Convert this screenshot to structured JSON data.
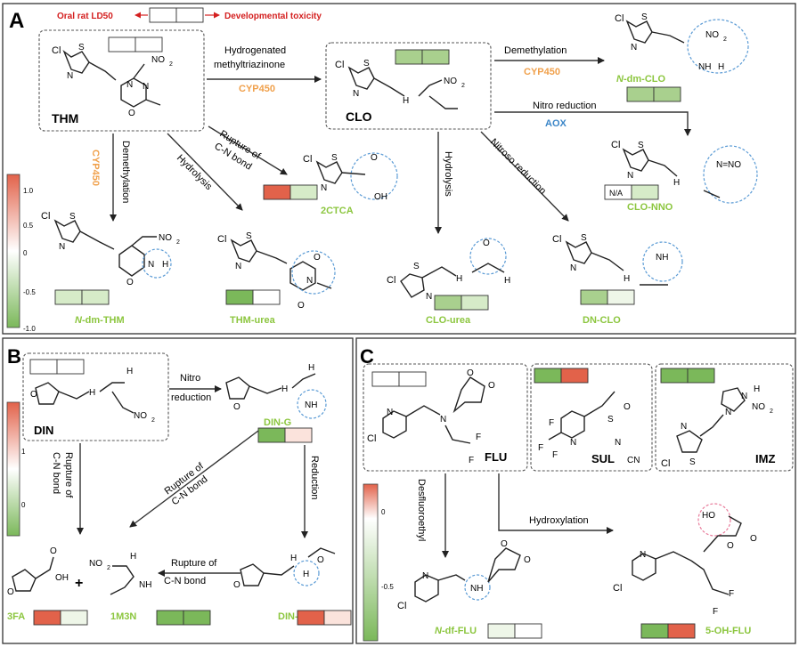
{
  "header": {
    "left_label": "Oral rat LD50",
    "right_label": "Developmental toxicity"
  },
  "panels": {
    "A": {
      "letter": "A",
      "colorbar_ticks": [
        "1.0",
        "0.5",
        "0",
        "-0.5",
        "-1.0"
      ],
      "compounds": {
        "THM": "THM",
        "CLO": "CLO",
        "N_dm_CLO_prefix": "N",
        "N_dm_CLO": "-dm-CLO",
        "CLO_NNO": "CLO-NNO",
        "TCTCA": "2CTCA",
        "N_dm_THM_prefix": "N",
        "N_dm_THM": "-dm-THM",
        "THM_urea": "THM-urea",
        "CLO_urea": "CLO-urea",
        "DN_CLO": "DN-CLO"
      },
      "reactions": {
        "hydrogenated_1": "Hydrogenated",
        "hydrogenated_2": "methyltriazinone",
        "cyp450": "CYP450",
        "demethylation": "Demethylation",
        "nitro_reduction": "Nitro reduction",
        "aox": "AOX",
        "rupture_1": "Rupture of",
        "rupture_2": "C-N bond",
        "hydrolysis": "Hydrolysis",
        "nitroso_reduction": "Nitroso reduction",
        "na": "N/A"
      }
    },
    "B": {
      "letter": "B",
      "colorbar_ticks": [
        "1",
        "0"
      ],
      "compounds": {
        "DIN": "DIN",
        "DIN_G": "DIN-G",
        "DIN_U": "DIN-U",
        "FA3": "3FA",
        "M3N": "1M3N",
        "plus": "+"
      },
      "reactions": {
        "nitro_1": "Nitro",
        "nitro_2": "reduction",
        "reduction": "Reduction",
        "rupture_1": "Rupture of",
        "rupture_2": "C-N bond"
      }
    },
    "C": {
      "letter": "C",
      "colorbar_ticks": [
        "0",
        "-0.5"
      ],
      "compounds": {
        "FLU": "FLU",
        "SUL": "SUL",
        "IMZ": "IMZ",
        "N_df_FLU_prefix": "N",
        "N_df_FLU": "-df-FLU",
        "OH_FLU": "5-OH-FLU"
      },
      "reactions": {
        "desfluoroethyl": "Desfluoroethyl",
        "hydroxylation": "Hydroxylation"
      }
    }
  },
  "atoms": {
    "Cl": "Cl",
    "S": "S",
    "N": "N",
    "NO2": "NO",
    "sub2": "2",
    "H": "H",
    "NH": "NH",
    "O": "O",
    "OH": "OH",
    "HO": "HO",
    "F": "F",
    "CN": "CN",
    "NNO": "N=NO"
  },
  "colors": {
    "red": "#e2624a",
    "light_red": "#f3c4b6",
    "pale_red": "#fbe3dc",
    "green": "#7bb85a",
    "mid_green": "#a9d08e",
    "light_green": "#d6ebc8",
    "pale_green": "#eef6e8",
    "white": "#ffffff",
    "orange_label": "#f0a04b",
    "blue_label": "#3b86c8",
    "lime_label": "#8cc63f",
    "header_red": "#d42020"
  }
}
